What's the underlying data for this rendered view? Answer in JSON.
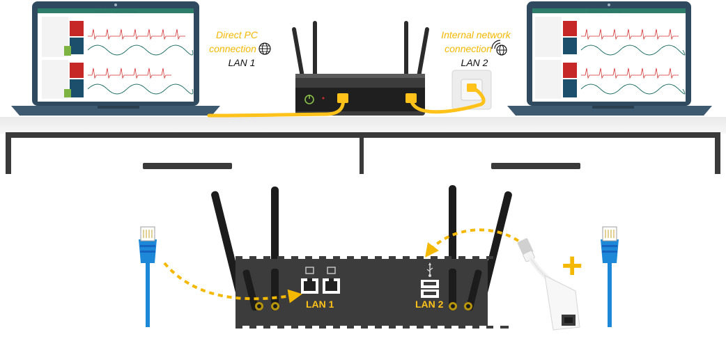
{
  "top_scene": {
    "left_label": {
      "line1": "Direct PC",
      "line2": "connection",
      "line3": "LAN 1"
    },
    "right_label": {
      "line1": "Internal network",
      "line2": "connection",
      "line3": "LAN 2"
    },
    "laptop_app_title": "ZEISS Physiology Visualizer (Linked Laptop)"
  },
  "bottom_scene": {
    "lan1_label": "LAN 1",
    "lan2_label": "LAN 2",
    "plus_symbol": "+"
  },
  "colors": {
    "accent_yellow": "#f5b800",
    "cable_blue": "#1e88d8",
    "device_dark": "#3c3c3c",
    "laptop_frame": "#2f4a5f",
    "shelf_gray": "#e3e3e3"
  },
  "icons": [
    "globe-icon",
    "network-globe-icon",
    "power-icon",
    "usb-icon",
    "ethernet-port-icon"
  ]
}
